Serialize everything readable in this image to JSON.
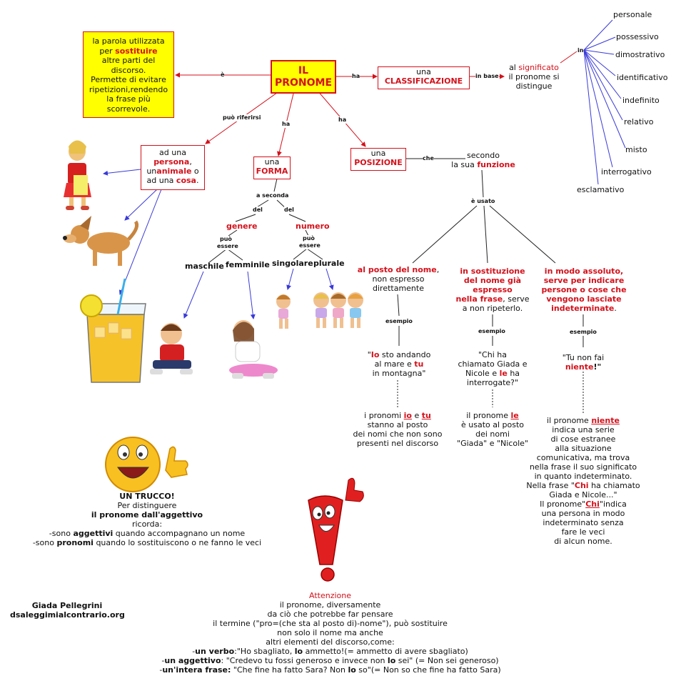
{
  "main": {
    "line1": "IL",
    "line2": "PRONOME"
  },
  "definition": {
    "l1": "la parola utilizzata",
    "l2a": "per ",
    "l2b": "sostituire",
    "l3": "altre parti del",
    "l4": "discorso.",
    "l5": "Permette di evitare",
    "l6": "ripetizioni,rendendo",
    "l7": "la frase più",
    "l8": "scorrevole."
  },
  "links": {
    "e": "è",
    "ha1": "ha",
    "in_base": "in base",
    "in": "in",
    "puo_riferirsi": "può riferirsi",
    "ha2": "ha",
    "ha3": "ha",
    "che": "che",
    "a_seconda": "a seconda",
    "del1": "del",
    "del2": "del",
    "puo_essere1": "può",
    "puo_essere1b": "essere",
    "puo_essere2": "può",
    "puo_essere2b": "essere",
    "e_usato": "è usato",
    "esempio1": "esempio",
    "esempio2": "esempio",
    "esempio3": "esempio"
  },
  "classification": {
    "l1": "una",
    "l2": "CLASSIFICAZIONE"
  },
  "meaning": {
    "l1a": "al ",
    "l1b": "significato",
    "l2": "il pronome si",
    "l3": "distingue"
  },
  "types": [
    "personale",
    "possessivo",
    "dimostrativo",
    "identificativo",
    "indefinito",
    "relativo",
    "misto",
    "interrogativo",
    "esclamativo"
  ],
  "refer": {
    "l1": "ad una",
    "l2": "persona",
    "l2b": ",",
    "l3a": "un",
    "l3b": "animale",
    "l3c": " o",
    "l4a": "ad una ",
    "l4b": "cosa",
    "l4c": "."
  },
  "form": {
    "l1": "una",
    "l2": "FORMA"
  },
  "position": {
    "l1": "una",
    "l2": "POSIZIONE"
  },
  "function": {
    "l1": "secondo",
    "l2a": "la sua ",
    "l2b": "funzione"
  },
  "genere": "genere",
  "numero": "numero",
  "maschile": "maschile",
  "femminile": "femminile",
  "singolare": "singolare",
  "plurale": "plurale",
  "col1": {
    "h1": "al posto del nome",
    "h1b": ",",
    "h2": "non espresso",
    "h3": "direttamente",
    "ex1a": "\"",
    "ex1b": "Io",
    "ex1c": " sto andando",
    "ex2a": "al mare e ",
    "ex2b": "tu",
    "ex3": "in montagna\"",
    "n1a": "i pronomi ",
    "n1b": "io",
    "n1c": " e ",
    "n1d": "tu",
    "n2": "stanno al posto",
    "n3": "dei nomi che non sono",
    "n4": "presenti nel discorso"
  },
  "col2": {
    "h1": "in sostituzione",
    "h2": "del nome già",
    "h3": "espresso",
    "h4": "nella frase",
    "h4b": ", serve",
    "h5": "a non ripeterlo.",
    "ex1": "\"Chi ha",
    "ex2": "chiamato Giada e",
    "ex3a": "Nicole e ",
    "ex3b": "le",
    "ex3c": " ha",
    "ex4": "interrogate?\"",
    "n1a": "il pronome ",
    "n1b": "le",
    "n2": "è usato al posto",
    "n3": "dei nomi",
    "n4": "\"Giada\" e \"Nicole\""
  },
  "col3": {
    "h1": "in modo assoluto,",
    "h2": "serve per indicare",
    "h3": "persone o cose che",
    "h4": "vengono lasciate",
    "h5": "indeterminate",
    "h5b": ".",
    "ex1": "\"Tu non fai",
    "ex2a": "niente",
    "ex2b": "!\"",
    "n1a": "il pronome ",
    "n1b": "niente",
    "n2": "indica una serie",
    "n3": "di cose estranee",
    "n4": "alla situazione",
    "n5": "comunicativa,  ma trova",
    "n6": "nella frase il suo significato",
    "n7": "in quanto  indeterminato.",
    "n8a": "Nella frase \"",
    "n8b": "Chi",
    "n8c": " ha chiamato",
    "n9": "Giada e Nicole...\"",
    "n10a": "Il pronome\"",
    "n10b": "Chi",
    "n10c": "\"indica",
    "n11": "una persona in modo",
    "n12": "indeterminato senza",
    "n13": "fare le veci",
    "n14": "di alcun nome."
  },
  "trick": {
    "title": "UN TRUCCO!",
    "l1": "Per distinguere",
    "l2": "il  pronome  dall'aggettivo",
    "l3": "ricorda:",
    "l4a": "-sono ",
    "l4b": "aggettivi",
    "l4c": " quando  accompagnano  un  nome",
    "l5a": "-sono ",
    "l5b": "pronomi",
    "l5c": " quando  lo  sostituiscono  o  ne fanno  le veci"
  },
  "author": {
    "name": "Giada  Pellegrini",
    "site": "dsaleggimialcontrario.org"
  },
  "attention": {
    "title": "Attenzione",
    "l1": "il  pronome,  diversamente",
    "l2": "da ciò che potrebbe far pensare",
    "l3": "il termine  (\"pro=(che sta al posto di)-nome\"),  può  sostituire",
    "l4": "non solo il nome ma anche",
    "l5": "altri elementi del  discorso,come:",
    "l6a": "-",
    "l6b": "un  verbo",
    "l6c": ":\"Ho  sbagliato,  ",
    "l6d": "lo",
    "l6e": " ammetto!(=  ammetto di avere sbagliato)",
    "l7a": "-",
    "l7b": "un  aggettivo",
    "l7c": ":  \"Credevo tu fossi generoso e invece non ",
    "l7d": "lo",
    "l7e": " sei\"  (= Non sei generoso)",
    "l8a": "-",
    "l8b": "un'intera  frase:",
    "l8c": "  \"Che fine ha fatto Sara? Non ",
    "l8d": "lo",
    "l8e": " so\"(= Non so che fine ha fatto Sara)"
  },
  "colors": {
    "red": "#d4111b",
    "yellow": "#ffff00",
    "blue": "#3a3ad8"
  }
}
